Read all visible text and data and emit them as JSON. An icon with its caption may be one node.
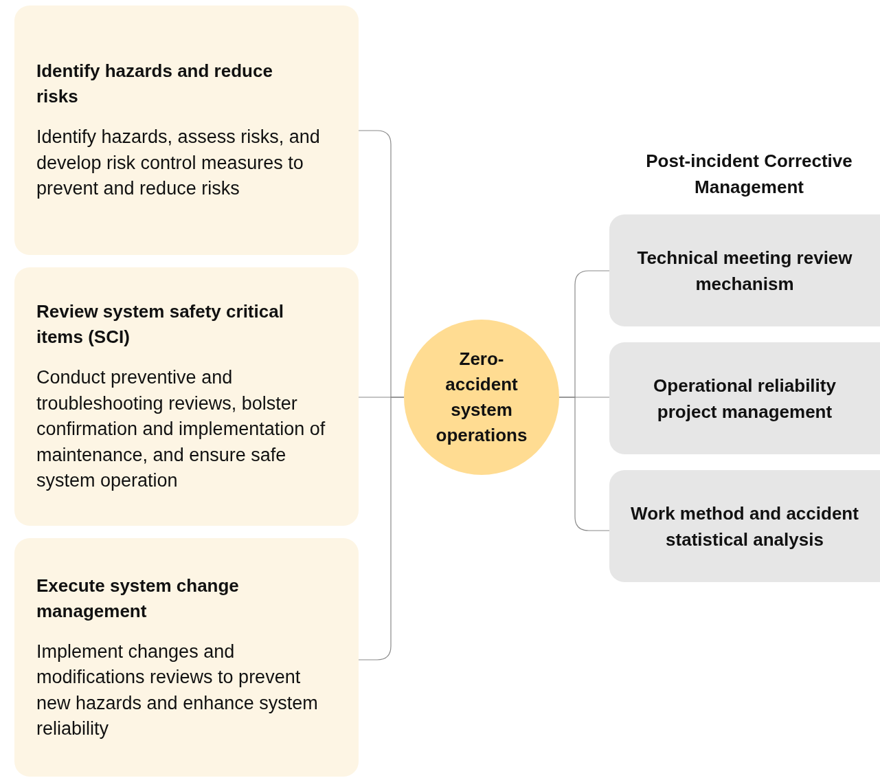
{
  "diagram": {
    "nodes": [
      {
        "text": [
          "Identify hazards and reduce risks",
          "Identify hazards, assess risks, and develop risk control measures to prevent and reduce risks"
        ]
      },
      {
        "text": [
          "Review system safety critical items (SCI)",
          "Conduct preventive and troubleshooting reviews, bolster confirmation and implementation of maintenance, and ensure safe system operation"
        ]
      },
      {
        "text": [
          "Execute system change management",
          "Implement changes and modifications reviews to prevent new hazards and enhance system reliability"
        ]
      },
      {
        "text": [
          "Zero-accident system operations"
        ]
      },
      {
        "text": [
          "Technical meeting review mechanism"
        ]
      },
      {
        "text": [
          "Operational reliability project management"
        ]
      },
      {
        "text": [
          "Work method and accident statistical analysis"
        ]
      }
    ],
    "edges": [
      {
        "from": 0,
        "to": 3,
        "arrow": "none"
      },
      {
        "from": 1,
        "to": 3,
        "arrow": "none"
      },
      {
        "from": 2,
        "to": 3,
        "arrow": "none"
      },
      {
        "from": 3,
        "to": 4,
        "arrow": "none"
      },
      {
        "from": 3,
        "to": 5,
        "arrow": "none"
      },
      {
        "from": 3,
        "to": 6,
        "arrow": "none"
      }
    ],
    "labels": [
      "Post-incident Corrective Management"
    ]
  }
}
